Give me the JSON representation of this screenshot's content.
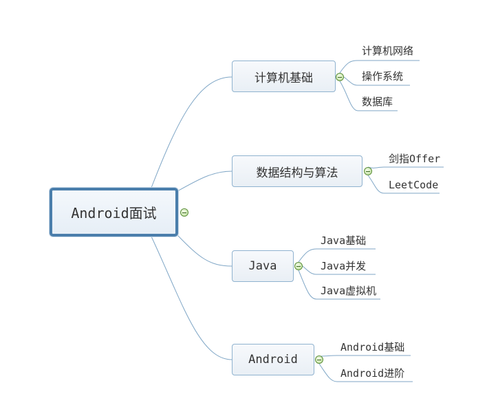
{
  "root": {
    "label": "Android面试"
  },
  "branches": [
    {
      "label": "计算机基础",
      "children": [
        "计算机网络",
        "操作系统",
        "数据库"
      ]
    },
    {
      "label": "数据结构与算法",
      "children": [
        "剑指Offer",
        "LeetCode"
      ]
    },
    {
      "label": "Java",
      "children": [
        "Java基础",
        "Java并发",
        "Java虚拟机"
      ]
    },
    {
      "label": "Android",
      "children": [
        "Android基础",
        "Android进阶"
      ]
    }
  ],
  "colors": {
    "connector": "#7fa6c6",
    "root_border": "#4a7eab",
    "branch_border": "#8fb2cf",
    "collapse_fill": "#b9dd93"
  },
  "icons": {
    "collapse": "minus-circle-icon"
  }
}
